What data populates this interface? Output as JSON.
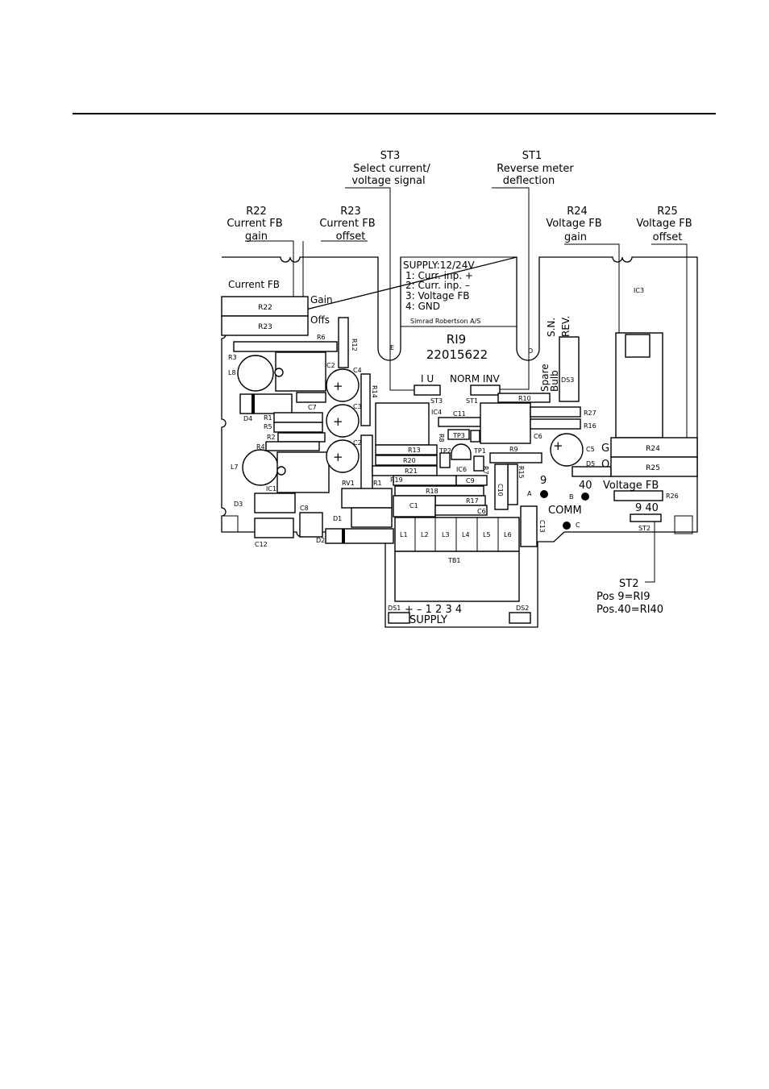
{
  "callouts": {
    "st3": {
      "title": "ST3",
      "line1": "Select current/",
      "line2": "voltage signal"
    },
    "st1": {
      "title": "ST1",
      "line1": "Reverse meter",
      "line2": "deflection"
    },
    "r22": {
      "title": "R22",
      "line1": "Current FB",
      "line2": "gain"
    },
    "r23": {
      "title": "R23",
      "line1": "Current FB",
      "line2": "offset"
    },
    "r24": {
      "title": "R24",
      "line1": "Voltage FB",
      "line2": "gain"
    },
    "r25": {
      "title": "R25",
      "line1": "Voltage FB",
      "line2": "offset"
    },
    "st2": {
      "title": "ST2",
      "line1": "Pos 9=RI9",
      "line2": "Pos.40=RI40"
    }
  },
  "supply_box": {
    "line1": "SUPPLY:12/24V",
    "line2": "1:  Curr. inp. +",
    "line3": "2:  Curr. inp. –",
    "line4": "3:  Voltage FB",
    "line5": "4:  GND",
    "maker": "Simrad Robertson A/S",
    "model": "RI9",
    "part_no": "22015622"
  },
  "board_labels": {
    "current_fb": "Current FB",
    "gain": "Gain",
    "offs": "Offs",
    "voltage_fb": "Voltage FB",
    "comm": "COMM",
    "i_u": "I  U",
    "norm_inv": "NORM  INV",
    "spare": "Spare",
    "bulb": "Bulb",
    "sn": "S.N.",
    "rev": "REV.",
    "supply": "SUPPLY",
    "nine": "9",
    "forty": "40",
    "nine_forty": "9  40",
    "g": "G",
    "o": "O",
    "e": "E",
    "d": "D",
    "a": "A",
    "b": "B",
    "c": "C",
    "terminals": "+   –   1   2   3   4"
  },
  "components": {
    "R22": "R22",
    "R23": "R23",
    "R6": "R6",
    "R3": "R3",
    "L8": "L8",
    "R12": "R12",
    "C2": "C2",
    "C4": "C4",
    "D4": "D4",
    "R1": "R1",
    "R5": "R5",
    "C7": "C7",
    "R2": "R2",
    "C3": "C3",
    "R14": "R14",
    "R4": "R4",
    "L7": "L7",
    "IC1": "IC1",
    "RV1": "RV1",
    "C8": "C8",
    "D3": "D3",
    "C12": "C12",
    "D1": "D1",
    "D2": "D2",
    "ST3": "ST3",
    "IC4": "IC4",
    "ST1": "ST1",
    "C11": "C11",
    "R10": "R10",
    "R8": "R8",
    "TP3": "TP3",
    "R13": "R13",
    "R20": "R20",
    "R21": "R21",
    "TP2": "TP2",
    "IC6": "IC6",
    "TP1": "TP1",
    "R7": "R7",
    "R9": "R9",
    "R19": "R19",
    "R15": "R15",
    "C9": "C9",
    "R18": "R18",
    "C10": "C10",
    "R17": "R17",
    "C1": "C1",
    "C6": "C6",
    "C13": "C13",
    "L1": "L1",
    "L2": "L2",
    "L3": "L3",
    "L4": "L4",
    "L5": "L5",
    "L6": "L6",
    "TB1": "TB1",
    "DS1": "DS1",
    "DS2": "DS2",
    "IC3": "IC3",
    "DS3": "DS3",
    "R27": "R27",
    "R16": "R16",
    "C5": "C5",
    "R24": "R24",
    "D5": "D5",
    "R25": "R25",
    "R26": "R26",
    "ST2": "ST2"
  }
}
